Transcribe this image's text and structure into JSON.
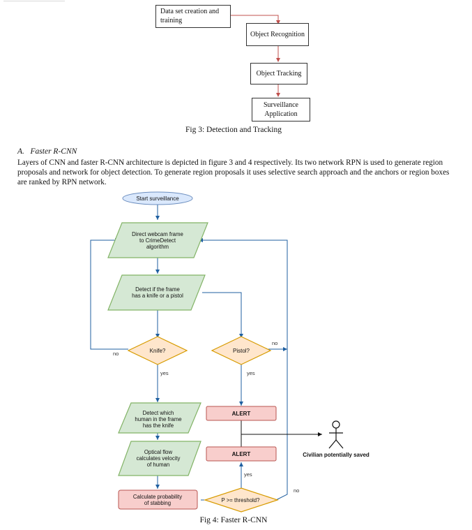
{
  "figure3": {
    "nodes": {
      "dataset": "Data set creation and training",
      "recognition": "Object Recognition",
      "tracking": "Object Tracking",
      "surveillance": "Surveillance Application"
    },
    "caption": "Fig 3: Detection and Tracking"
  },
  "section": {
    "heading": "A.   Faster R-CNN",
    "paragraph": "Layers of CNN and faster R-CNN architecture is depicted in figure 3 and 4 respectively. Its two network RPN is used to generate region proposals and network for object detection. To generate region proposals it uses selective search approach and the anchors or region boxes are ranked by RPN network."
  },
  "figure4": {
    "start": "Start surveillance",
    "direct": [
      "Direct webcam frame",
      "to CrimeDetect",
      "algorithm"
    ],
    "detect": [
      "Detect if the frame",
      "has a knife or a pistol"
    ],
    "knife": "Knife?",
    "pistol": "Pistol?",
    "which_human": [
      "Detect which",
      "human in the frame",
      "has the knife"
    ],
    "optical_flow": [
      "Optical flow",
      "calculates velocity",
      "of human"
    ],
    "probability": [
      "Calculate probability",
      "of stabbing"
    ],
    "threshold": "P >= threshold?",
    "alert1": "ALERT",
    "alert2": "ALERT",
    "civilian": "Civilian potentially saved",
    "labels": {
      "no_knife": "no",
      "yes_knife": "yes",
      "no_pistol": "no",
      "yes_pistol": "yes",
      "yes_threshold": "yes",
      "no_threshold": "no"
    },
    "caption": "Fig 4: Faster R-CNN",
    "colors": {
      "green_fill": "#d5e8d4",
      "green_stroke": "#82b366",
      "orange_fill": "#ffe6cc",
      "orange_stroke": "#d79b00",
      "red_fill": "#f8cecc",
      "red_stroke": "#b85450",
      "blue_fill": "#dae8fc",
      "blue_stroke": "#6c8ebf",
      "arrow_blue": "#1f5fa0",
      "arrow_red": "#c0504d"
    }
  }
}
